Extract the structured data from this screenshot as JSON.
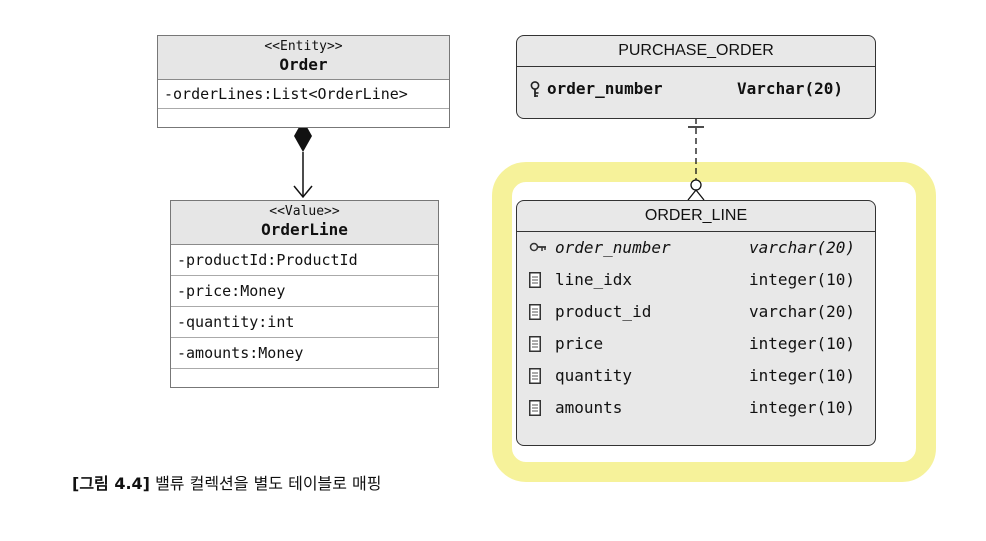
{
  "uml_order": {
    "stereotype": "<<Entity>>",
    "name": "Order",
    "attributes": [
      "-orderLines:List<OrderLine>"
    ]
  },
  "uml_orderline": {
    "stereotype": "<<Value>>",
    "name": "OrderLine",
    "attributes": [
      "-productId:ProductId",
      "-price:Money",
      "-quantity:int",
      "-amounts:Money"
    ]
  },
  "er_purchase_order": {
    "title": "PURCHASE_ORDER",
    "rows": [
      {
        "column": "order_number",
        "type": "Varchar(20)",
        "icon": "key-icon"
      }
    ]
  },
  "er_order_line": {
    "title": "ORDER_LINE",
    "rows": [
      {
        "column": "order_number",
        "type": "varchar(20)",
        "icon": "foreign-key-icon"
      },
      {
        "column": "line_idx",
        "type": "integer(10)",
        "icon": "column-icon"
      },
      {
        "column": "product_id",
        "type": "varchar(20)",
        "icon": "column-icon"
      },
      {
        "column": "price",
        "type": "integer(10)",
        "icon": "column-icon"
      },
      {
        "column": "quantity",
        "type": "integer(10)",
        "icon": "column-icon"
      },
      {
        "column": "amounts",
        "type": "integer(10)",
        "icon": "column-icon"
      }
    ]
  },
  "caption": {
    "label": "[그림 4.4]",
    "text": "밸류 컬렉션을 별도 테이블로 매핑"
  },
  "colors": {
    "highlight": "#f6f29a",
    "uml_header": "#e6e6e6",
    "er_fill": "#e8e8e8"
  }
}
